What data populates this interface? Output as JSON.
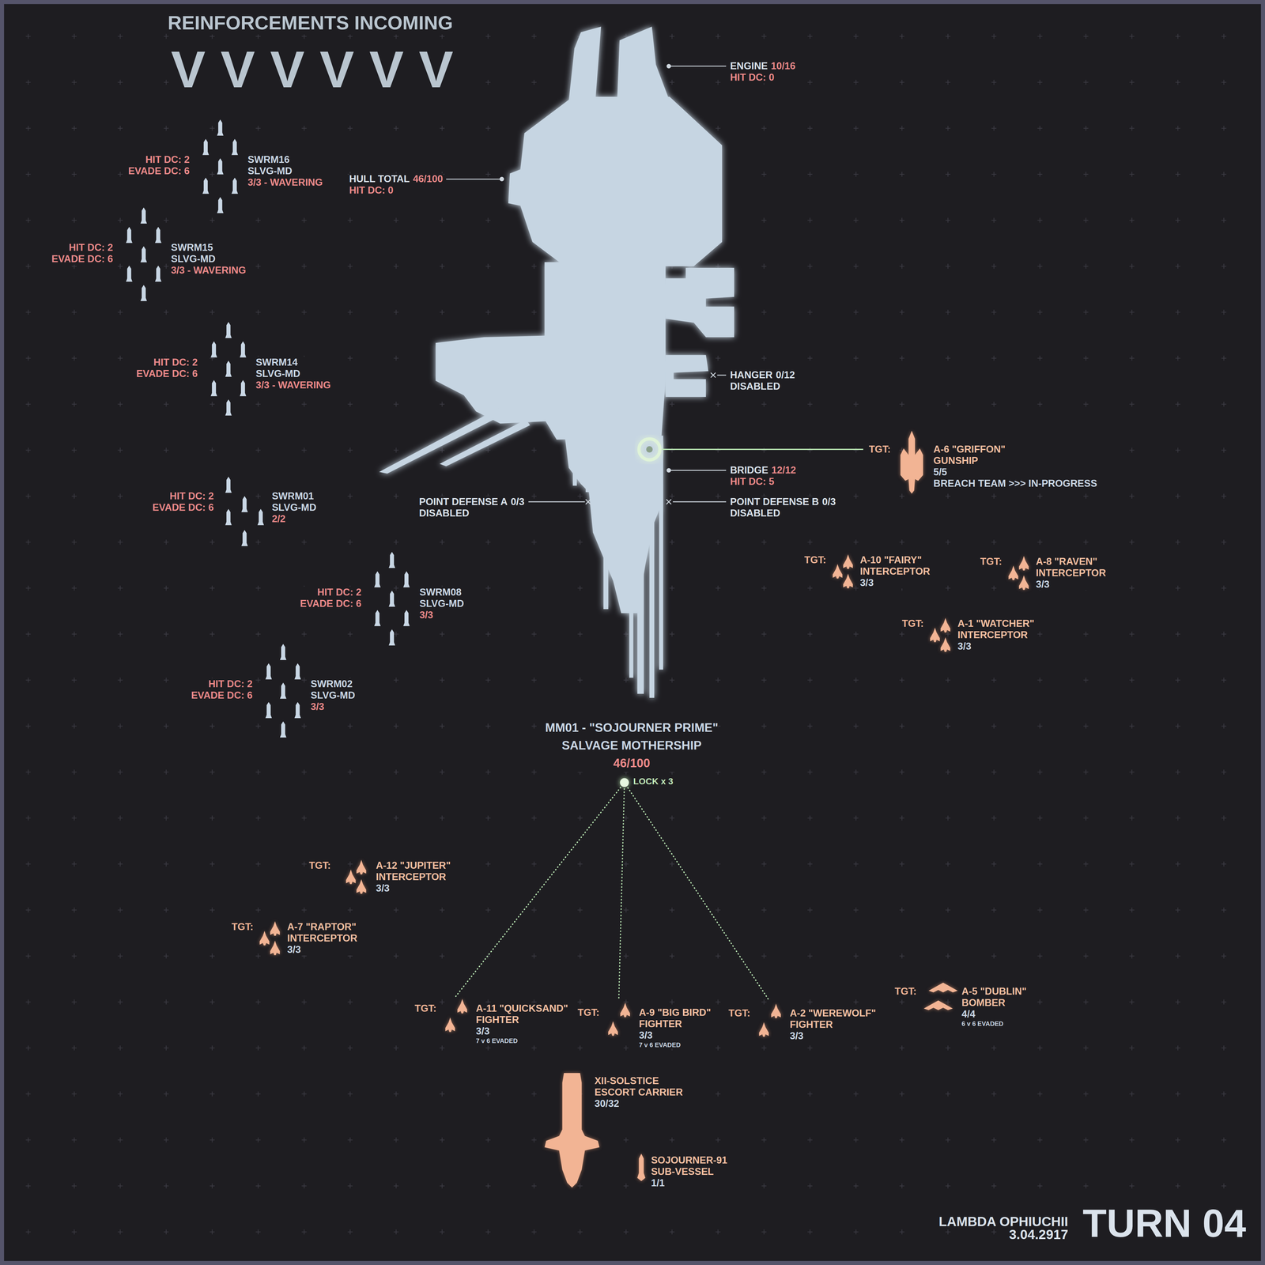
{
  "diagram": {
    "title": "REINFORCEMENTS INCOMING",
    "nodes": [
      {
        "text": [
          "HIT DC: 2",
          "EVADE DC: 6",
          "SWRM16",
          "SLVG-MD",
          "3/3 - WAVERING"
        ]
      },
      {
        "text": [
          "HIT DC: 2",
          "EVADE DC: 6",
          "SWRM15",
          "SLVG-MD",
          "3/3 - WAVERING"
        ]
      },
      {
        "text": [
          "HIT DC: 2",
          "EVADE DC: 6",
          "SWRM14",
          "SLVG-MD",
          "3/3 - WAVERING"
        ]
      },
      {
        "text": [
          "TGT:",
          "A-6 \"GRIFFON\"",
          "GUNSHIP",
          "5/5",
          "BREACH TEAM >>> IN-PROGRESS"
        ]
      },
      {
        "text": [
          "HIT DC: 2",
          "EVADE DC: 6",
          "SWRM01",
          "SLVG-MD",
          "2/2"
        ]
      },
      {
        "text": [
          "TGT:",
          "A-10 \"FAIRY\"",
          "INTERCEPTOR",
          "3/3"
        ]
      },
      {
        "text": [
          "TGT:",
          "A-8 \"RAVEN\"",
          "INTERCEPTOR",
          "3/3"
        ]
      },
      {
        "text": [
          "HIT DC: 2",
          "EVADE DC: 6",
          "SWRM08",
          "SLVG-MD",
          "3/3"
        ]
      },
      {
        "text": [
          "TGT:",
          "A-1 \"WATCHER\"",
          "INTERCEPTOR",
          "3/3"
        ]
      },
      {
        "text": [
          "HIT DC: 2",
          "EVADE DC: 6",
          "SWRM02",
          "SLVG-MD",
          "3/3"
        ]
      },
      {
        "text": [
          "MM01 - \"SOJOURNER PRIME\"",
          "SALVAGE MOTHERSHIP",
          "46/100"
        ]
      },
      {
        "text": [
          "TGT:",
          "A-12 \"JUPITER\"",
          "INTERCEPTOR",
          "3/3"
        ]
      },
      {
        "text": [
          "TGT:",
          "A-7 \"RAPTOR\"",
          "INTERCEPTOR",
          "3/3"
        ]
      },
      {
        "text": [
          "TGT:",
          "A-5 \"DUBLIN\"",
          "BOMBER",
          "4/4",
          "6 v 6 EVADED"
        ]
      },
      {
        "text": [
          "TGT:",
          "A-11 \"QUICKSAND\"",
          "FIGHTER",
          "3/3",
          "7 v 6 EVADED"
        ]
      },
      {
        "text": [
          "TGT:",
          "A-9 \"BIG BIRD\"",
          "FIGHTER",
          "3/3",
          "7 v 6 EVADED"
        ]
      },
      {
        "text": [
          "TGT:",
          "A-2 \"WEREWOLF\"",
          "FIGHTER",
          "3/3"
        ]
      },
      {
        "text": [
          "XII-SOLSTICE",
          "ESCORT CARRIER",
          "30/32"
        ]
      },
      {
        "text": [
          "SOJOURNER-91",
          "SUB-VESSEL",
          "1/1"
        ]
      }
    ],
    "edges": [
      {
        "from": 10,
        "to": 14,
        "arrow": "none"
      },
      {
        "from": 10,
        "to": 15,
        "arrow": "none"
      },
      {
        "from": 10,
        "to": 16,
        "arrow": "none"
      }
    ],
    "labels": [
      "VVVVVV",
      "ENGINE",
      "10/16",
      "HIT DC: 0",
      "HULL TOTAL",
      "46/100",
      "HIT DC: 0",
      "HANGER",
      "0/12",
      "DISABLED",
      "BRIDGE",
      "12/12",
      "HIT DC: 5",
      "POINT DEFENSE A",
      "0/3",
      "DISABLED",
      "POINT DEFENSE B",
      "0/3",
      "DISABLED",
      "LOCK x 3",
      "LAMBDA OPHIUCHII",
      "3.04.2917",
      "TURN 04"
    ]
  }
}
